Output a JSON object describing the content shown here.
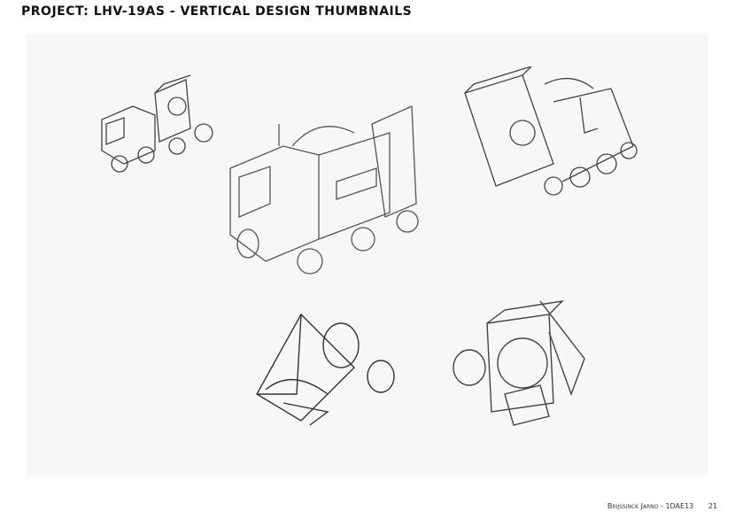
{
  "header": {
    "title": "PROJECT: LHV-19AS - VERTICAL DESIGN THUMBNAILS"
  },
  "sketches": [
    {
      "name": "small-vehicle-sketch"
    },
    {
      "name": "truck-vehicle-sketch"
    },
    {
      "name": "tilted-vehicle-sketch"
    },
    {
      "name": "pyramid-pod-sketch"
    },
    {
      "name": "box-pod-sketch"
    }
  ],
  "footer": {
    "author": "Brijssinck Jarno - 1DAE13",
    "page_number": "21"
  }
}
